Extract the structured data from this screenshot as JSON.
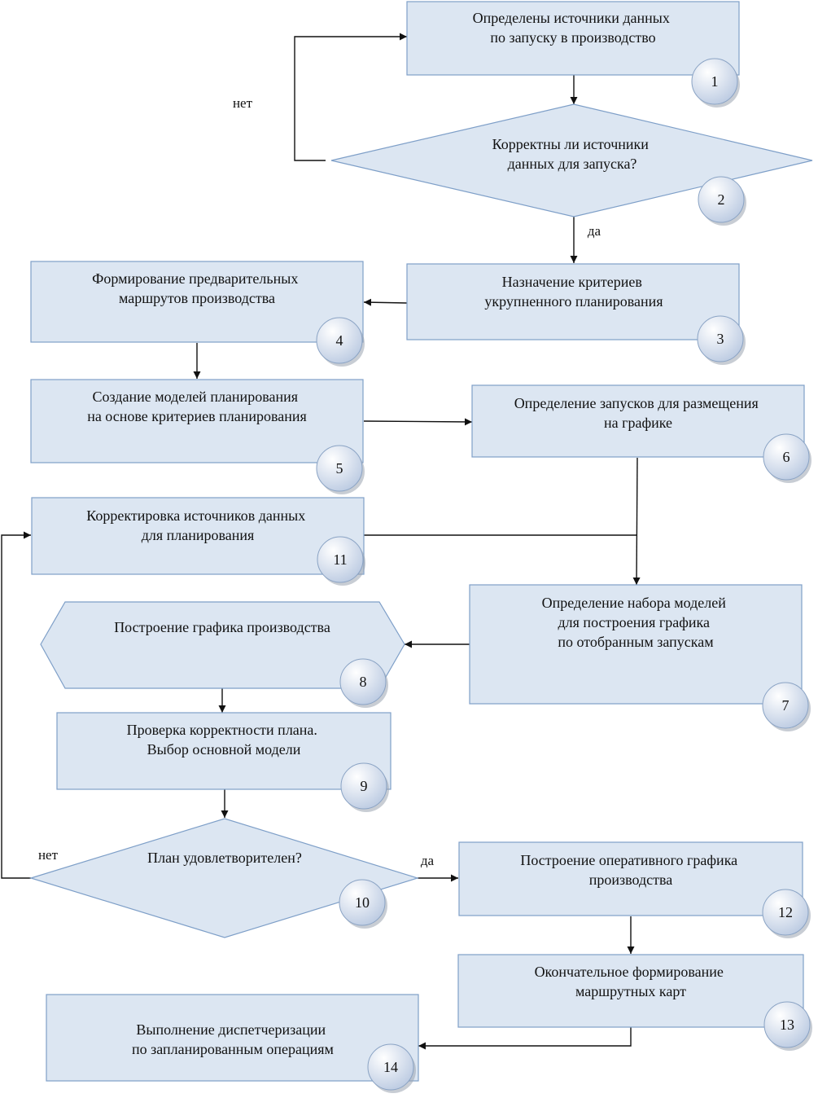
{
  "nodes": [
    {
      "id": "1",
      "number": "1",
      "lines": [
        "Определены источники данных",
        "по запуску в производство"
      ]
    },
    {
      "id": "2",
      "number": "2",
      "lines": [
        "Корректны ли источники",
        "данных для запуска?"
      ]
    },
    {
      "id": "3",
      "number": "3",
      "lines": [
        "Назначение критериев",
        "укрупненного планирования"
      ]
    },
    {
      "id": "4",
      "number": "4",
      "lines": [
        "Формирование предварительных",
        "маршрутов производства"
      ]
    },
    {
      "id": "5",
      "number": "5",
      "lines": [
        "Создание моделей планирования",
        "на основе критериев планирования"
      ]
    },
    {
      "id": "6",
      "number": "6",
      "lines": [
        "Определение запусков для размещения",
        "на графике"
      ]
    },
    {
      "id": "11",
      "number": "11",
      "lines": [
        "Корректировка источников данных",
        "для планирования"
      ]
    },
    {
      "id": "7",
      "number": "7",
      "lines": [
        "Определение набора моделей",
        "для построения графика",
        "по отобранным запускам"
      ]
    },
    {
      "id": "8",
      "number": "8",
      "lines": [
        "Построение графика производства"
      ]
    },
    {
      "id": "9",
      "number": "9",
      "lines": [
        "Проверка корректности плана.",
        "Выбор основной модели"
      ]
    },
    {
      "id": "10",
      "number": "10",
      "lines": [
        "План удовлетворителен?"
      ]
    },
    {
      "id": "12",
      "number": "12",
      "lines": [
        "Построение оперативного графика",
        "производства"
      ]
    },
    {
      "id": "13",
      "number": "13",
      "lines": [
        "Окончательное формирование",
        "маршрутных карт"
      ]
    },
    {
      "id": "14",
      "number": "14",
      "lines": [
        "Выполнение диспетчеризации",
        "по запланированным операциям"
      ]
    }
  ],
  "edge_labels": {
    "no_top": "нет",
    "yes_top": "да",
    "no_bottom": "нет",
    "yes_bottom": "да"
  },
  "colors": {
    "node_fill": "#dce6f2",
    "node_stroke": "#7e9fc8",
    "badge_light": "#ffffff",
    "badge_dark": "#bccbe2"
  }
}
